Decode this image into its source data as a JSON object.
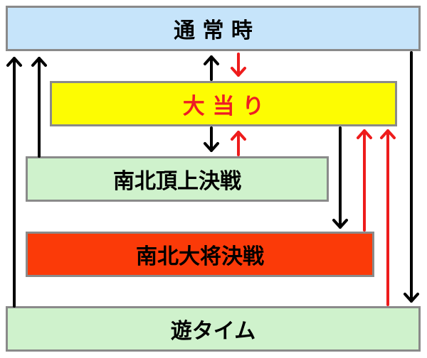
{
  "states": {
    "normal": {
      "label": "通 常 時",
      "bg": "#c6e4fa",
      "text": "#000000"
    },
    "jackpot": {
      "label": "大 当 り",
      "bg": "#fdfc02",
      "text": "#ee1c24"
    },
    "summit": {
      "label": "南北頂上決戦",
      "bg": "#cff2cc",
      "text": "#000000"
    },
    "general": {
      "label": "南北大将決戦",
      "bg": "#fb3a08",
      "text": "#000000"
    },
    "asobi": {
      "label": "遊タイム",
      "bg": "#cff2cc",
      "text": "#000000"
    }
  },
  "arrow_colors": {
    "black": "#000000",
    "red": "#ee1c1c"
  }
}
